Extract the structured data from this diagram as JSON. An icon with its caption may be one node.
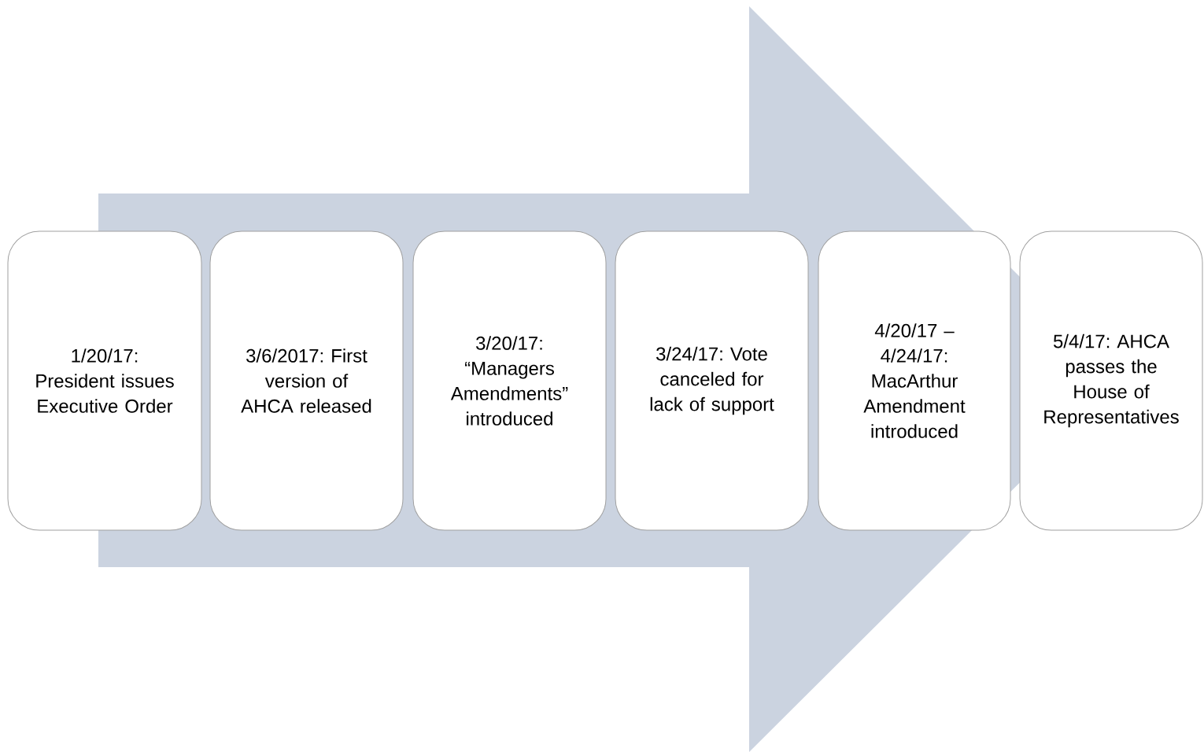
{
  "diagram": {
    "nodes": [
      {
        "text": [
          "1/20/17: President issues Executive Order"
        ]
      },
      {
        "text": [
          "3/6/2017: First version of AHCA released"
        ]
      },
      {
        "text": [
          "3/20/17: “Managers Amendments” introduced"
        ]
      },
      {
        "text": [
          "3/24/17: Vote canceled for lack of support"
        ]
      },
      {
        "text": [
          "4/20/17 – 4/24/17: MacArthur Amendment introduced"
        ]
      },
      {
        "text": [
          "5/4/17: AHCA passes the House of Representatives"
        ]
      }
    ],
    "edges": [
      {
        "from": 0,
        "to": 5,
        "arrow": "to"
      }
    ]
  }
}
